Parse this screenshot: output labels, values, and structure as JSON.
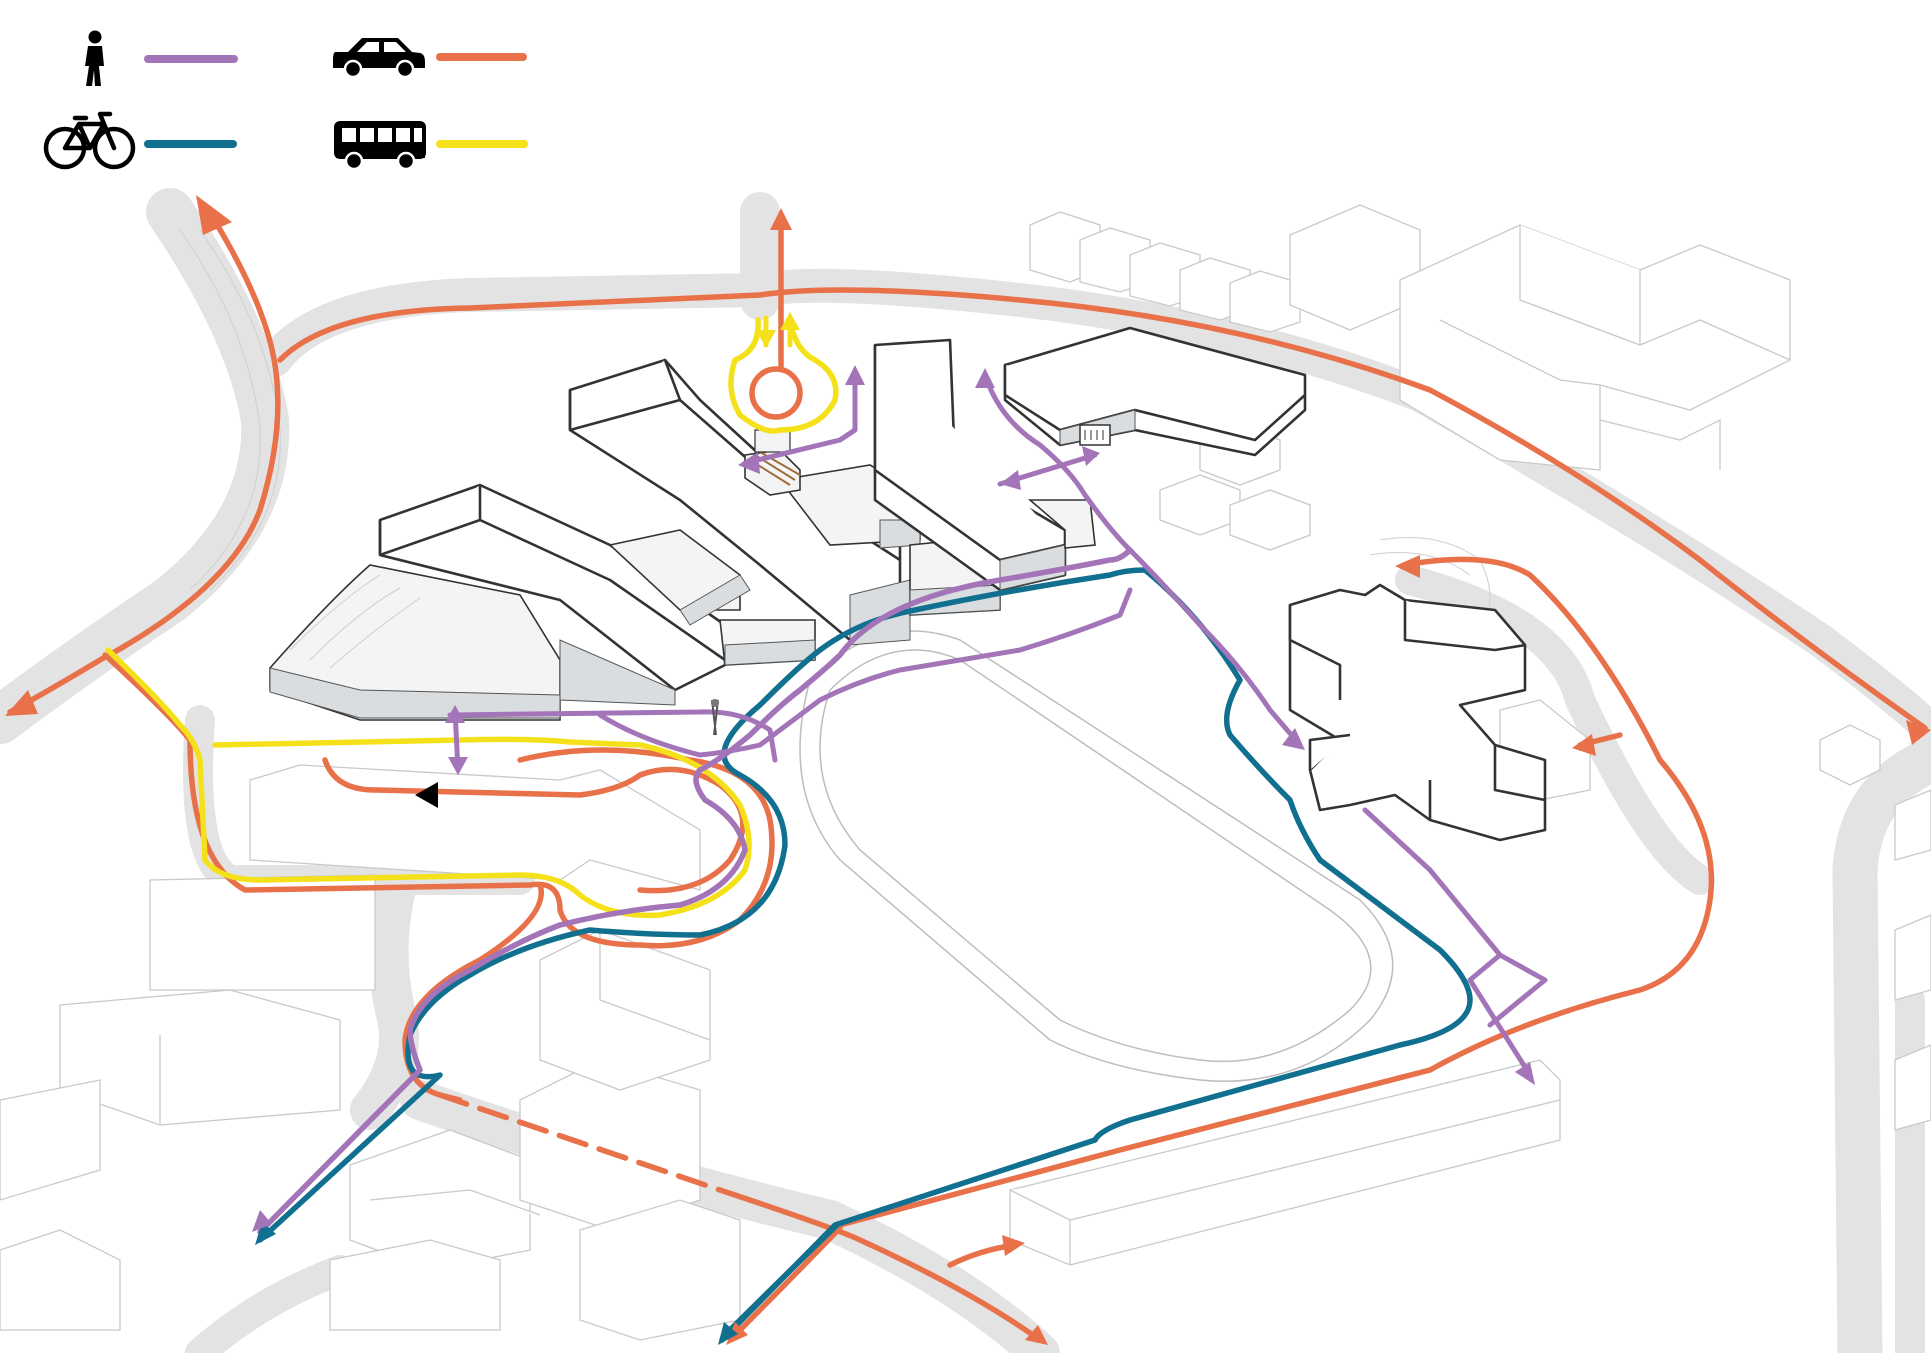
{
  "legend": [
    {
      "mode": "pedestrian",
      "icon": "pedestrian-icon",
      "color": "#a374b8"
    },
    {
      "mode": "car",
      "icon": "car-icon",
      "color": "#e8714a"
    },
    {
      "mode": "bicycle",
      "icon": "bicycle-icon",
      "color": "#11708f"
    },
    {
      "mode": "bus",
      "icon": "bus-icon",
      "color": "#f5e11a"
    }
  ],
  "colors": {
    "pedestrian": "#a374b8",
    "car": "#e8714a",
    "bicycle": "#11708f",
    "bus": "#f5e11a",
    "road": "#e3e3e3",
    "building_outline": "#333333"
  }
}
